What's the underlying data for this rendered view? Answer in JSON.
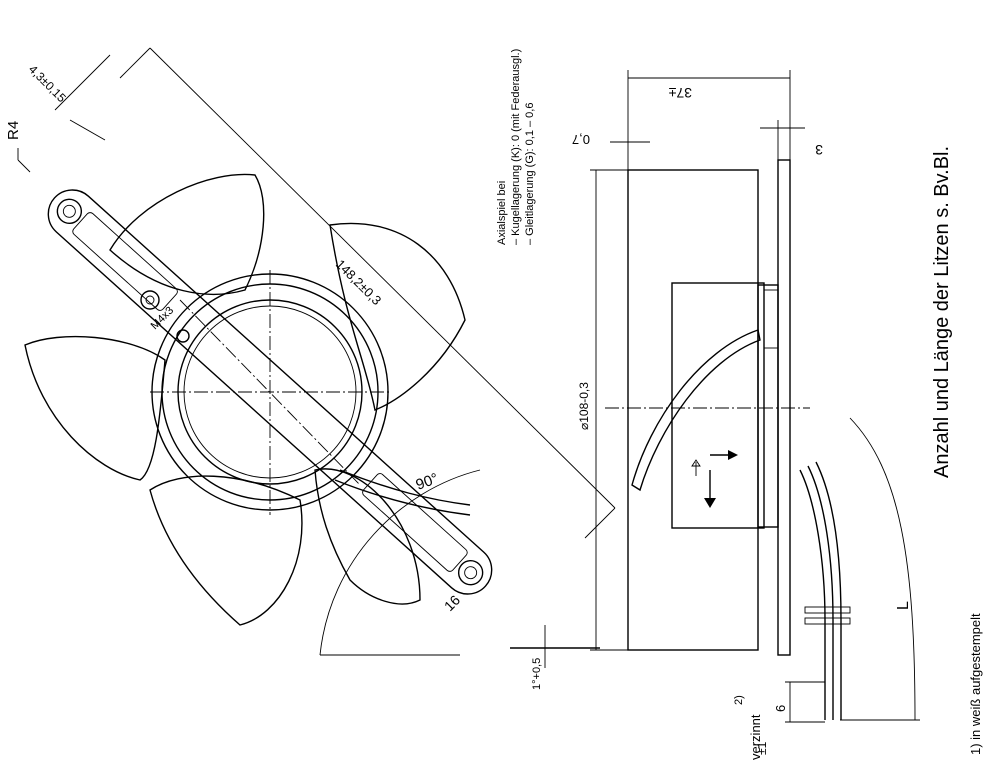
{
  "labels": {
    "r4": "R4",
    "slot_width": "4,3±0,15",
    "diag_length": "148,2±0,3",
    "thread": "M4x3",
    "angle_90": "90°",
    "dim_16": "16",
    "angle_1": "1°+0,5",
    "dia_108": "⌀108-0,3",
    "dim_37": "37±",
    "dim_07": "0,7",
    "dim_3": "3",
    "dim_L": "L",
    "dim_6": "6",
    "tol_1": "±1",
    "verzinnt": "verzinnt",
    "sup2": "2)",
    "sup1": "1)"
  },
  "notes": {
    "axialspiel_title": "Axialspiel bei",
    "axialspiel_kugel": "– Kugellagerung (K): 0 (mit Federausgl.)",
    "axialspiel_gleit": "– Gleitlagerung (G): 0,1 – 0,6",
    "litzen": "Anzahl und Länge der Litzen s. Bv.Bl.",
    "footnote_1": "1) in weiß aufgestempelt"
  }
}
